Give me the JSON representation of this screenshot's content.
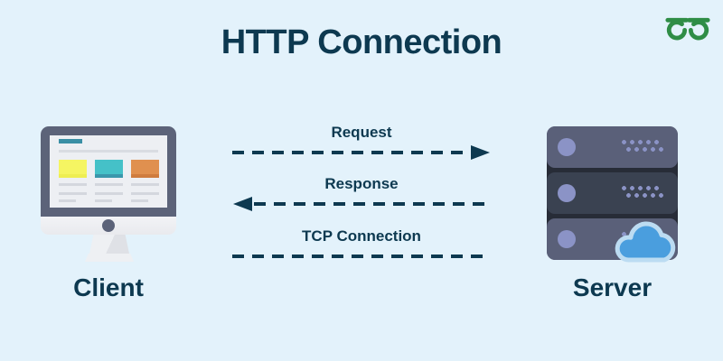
{
  "title": "HTTP Connection",
  "logo": {
    "name": "geeksforgeeks-logo"
  },
  "client": {
    "label": "Client"
  },
  "server": {
    "label": "Server"
  },
  "arrows": {
    "request": {
      "label": "Request",
      "direction": "right"
    },
    "response": {
      "label": "Response",
      "direction": "left"
    },
    "tcp": {
      "label": "TCP Connection",
      "direction": "none"
    }
  },
  "colors": {
    "background": "#e3f2fb",
    "text_navy": "#0d3950",
    "logo_green": "#2f8d46",
    "monitor_frame": "#5c6379",
    "screen_bg": "#edeff3",
    "screen_tab_teal": "#3a8fa5",
    "card_yellow": "#f5f562",
    "card_teal": "#45c1c8",
    "card_orange": "#e0904f",
    "server_light": "#5a6079",
    "server_dark": "#3a4251",
    "server_accent": "#8b93c6",
    "cloud_fill": "#4a9ede",
    "cloud_outline": "#bcdcf2"
  }
}
